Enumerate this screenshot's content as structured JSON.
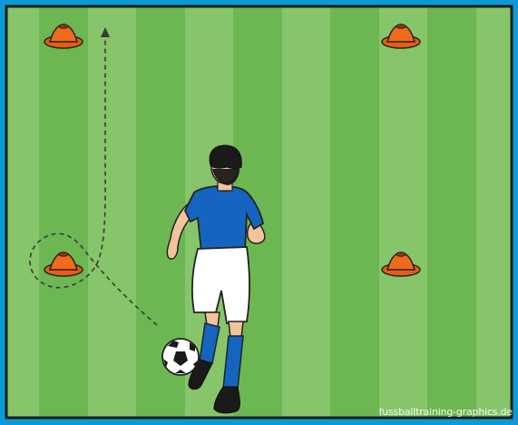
{
  "scene": {
    "watermark": "fussballtraining-graphics.de",
    "colors": {
      "frame": "#0b9ad6",
      "grass_light": "#86c569",
      "grass_dark": "#6db752",
      "cone": "#f06a1a",
      "jersey": "#1565c0",
      "shorts": "#ffffff",
      "socks": "#1565c0",
      "hair": "#1a1a1a",
      "skin": "#f2c49b"
    },
    "icons": [
      "cone-icon",
      "soccer-ball-icon",
      "player-figure",
      "dashed-run-path-arrow"
    ]
  }
}
